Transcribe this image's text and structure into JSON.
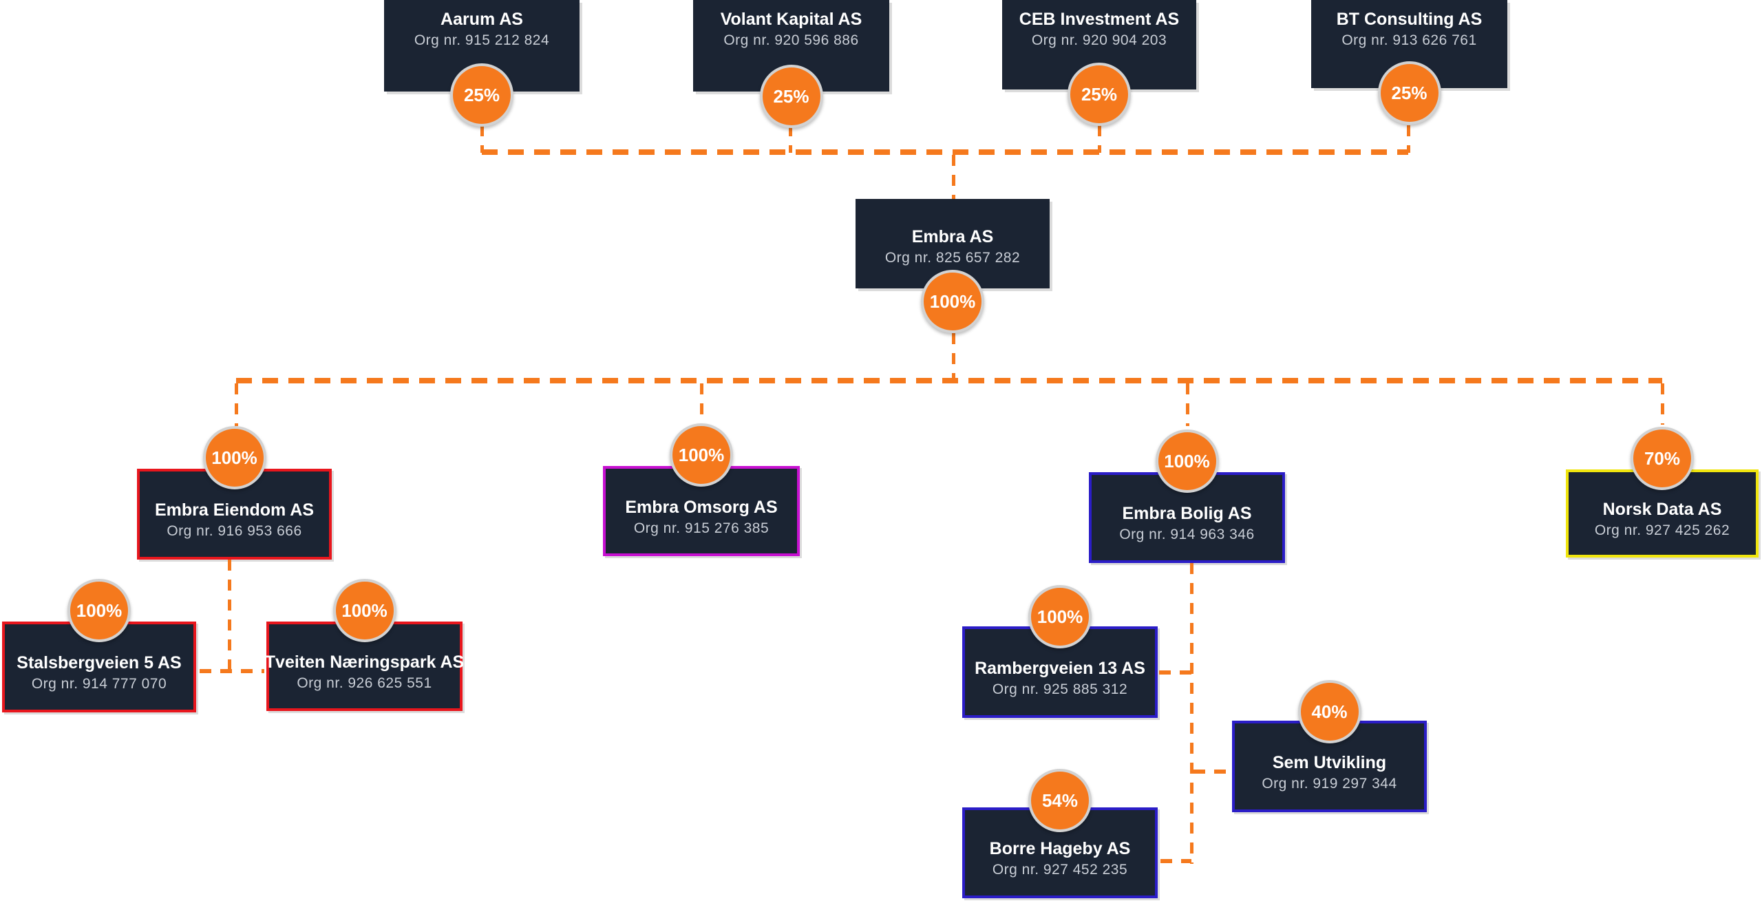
{
  "colors": {
    "box_bg": "#1b2433",
    "connector": "#f5791d",
    "badge_bg": "#f5791d",
    "badge_ring": "#d2d2d2",
    "title_text": "#ffffff",
    "org_text": "#c9ced6",
    "border_red": "#e8161d",
    "border_magenta": "#c711d1",
    "border_blue": "#2b1dc7",
    "border_yellow": "#f0e50e"
  },
  "nodes": [
    {
      "id": "aarum",
      "title": "Aarum AS",
      "org": "Org nr. 915 212 824",
      "pct": "25%",
      "border": "none"
    },
    {
      "id": "volant",
      "title": "Volant Kapital AS",
      "org": "Org nr. 920 596 886",
      "pct": "25%",
      "border": "none"
    },
    {
      "id": "ceb",
      "title": "CEB Investment AS",
      "org": "Org nr. 920 904 203",
      "pct": "25%",
      "border": "none"
    },
    {
      "id": "bt",
      "title": "BT Consulting AS",
      "org": "Org nr. 913 626 761",
      "pct": "25%",
      "border": "none"
    },
    {
      "id": "embra",
      "title": "Embra AS",
      "org": "Org nr. 825 657 282",
      "pct": "100%",
      "border": "none"
    },
    {
      "id": "eiendom",
      "title": "Embra Eiendom AS",
      "org": "Org nr. 916 953 666",
      "pct": "100%",
      "border": "border_red"
    },
    {
      "id": "omsorg",
      "title": "Embra Omsorg AS",
      "org": "Org nr. 915 276 385",
      "pct": "100%",
      "border": "border_magenta"
    },
    {
      "id": "bolig",
      "title": "Embra Bolig AS",
      "org": "Org nr. 914 963 346",
      "pct": "100%",
      "border": "border_blue"
    },
    {
      "id": "norsk",
      "title": "Norsk Data AS",
      "org": "Org nr. 927 425 262",
      "pct": "70%",
      "border": "border_yellow"
    },
    {
      "id": "stalsberg",
      "title": "Stalsbergveien 5 AS",
      "org": "Org nr. 914 777 070",
      "pct": "100%",
      "border": "border_red"
    },
    {
      "id": "tveiten",
      "title": "Tveiten Næringspark AS",
      "org": "Org nr. 926 625 551",
      "pct": "100%",
      "border": "border_red"
    },
    {
      "id": "ramberg",
      "title": "Rambergveien 13 AS",
      "org": "Org nr. 925 885 312",
      "pct": "100%",
      "border": "border_blue"
    },
    {
      "id": "sem",
      "title": "Sem Utvikling",
      "org": "Org nr. 919 297 344",
      "pct": "40%",
      "border": "border_blue"
    },
    {
      "id": "borre",
      "title": "Borre Hageby AS",
      "org": "Org nr. 927 452 235",
      "pct": "54%",
      "border": "border_blue"
    }
  ],
  "edges": [
    {
      "from": "aarum",
      "to": "embra",
      "pct": "25%"
    },
    {
      "from": "volant",
      "to": "embra",
      "pct": "25%"
    },
    {
      "from": "ceb",
      "to": "embra",
      "pct": "25%"
    },
    {
      "from": "bt",
      "to": "embra",
      "pct": "25%"
    },
    {
      "from": "embra",
      "to": "eiendom",
      "pct": "100%"
    },
    {
      "from": "embra",
      "to": "omsorg",
      "pct": "100%"
    },
    {
      "from": "embra",
      "to": "bolig",
      "pct": "100%"
    },
    {
      "from": "embra",
      "to": "norsk",
      "pct": "70%"
    },
    {
      "from": "eiendom",
      "to": "stalsberg",
      "pct": "100%"
    },
    {
      "from": "eiendom",
      "to": "tveiten",
      "pct": "100%"
    },
    {
      "from": "bolig",
      "to": "ramberg",
      "pct": "100%"
    },
    {
      "from": "bolig",
      "to": "sem",
      "pct": "40%"
    },
    {
      "from": "bolig",
      "to": "borre",
      "pct": "54%"
    }
  ]
}
